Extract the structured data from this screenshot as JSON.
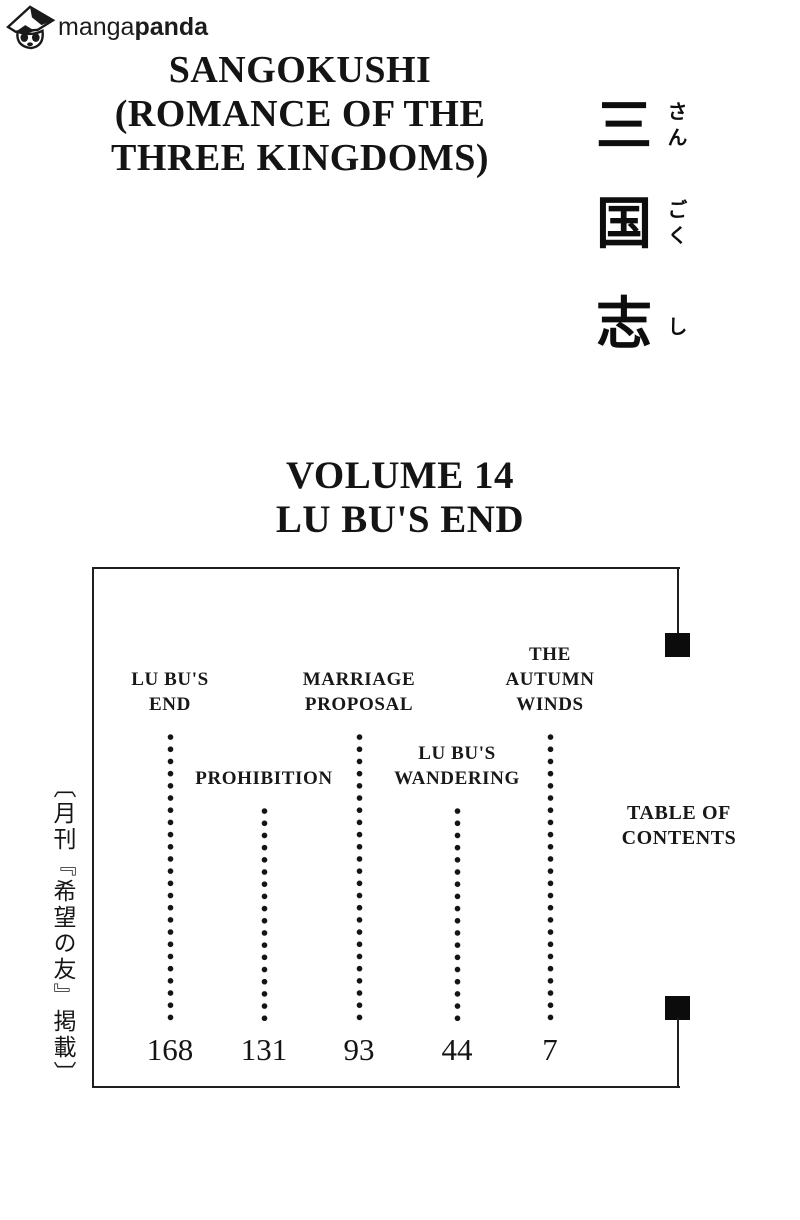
{
  "colors": {
    "ink": "#1a1a1a",
    "background": "#ffffff",
    "square": "#0c0c0c"
  },
  "logo": {
    "icon": "mangapanda-panda-paper-hat-icon",
    "text_regular": "manga",
    "text_bold": "panda"
  },
  "series_title": {
    "line1": "SANGOKUSHI",
    "line2": "(ROMANCE OF THE",
    "line3": "THREE KINGDOMS)"
  },
  "japanese_title": {
    "items": [
      {
        "kanji": "三",
        "furigana": "さん"
      },
      {
        "kanji": "国",
        "furigana": "ごく"
      },
      {
        "kanji": "志",
        "furigana": "し"
      }
    ]
  },
  "volume_heading": {
    "line1": "VOLUME 14",
    "line2": "LU BU'S END"
  },
  "toc": {
    "label_line1": "TABLE OF",
    "label_line2": "CONTENTS",
    "side_note_vertical": "〔月刊『希望の友』掲載〕",
    "entries": [
      {
        "title_lines": [
          "LU BU'S",
          "END"
        ],
        "page": "168"
      },
      {
        "title_lines": [
          "PROHIBITION"
        ],
        "page": "131"
      },
      {
        "title_lines": [
          "MARRIAGE",
          "PROPOSAL"
        ],
        "page": "93"
      },
      {
        "title_lines": [
          "LU BU'S",
          "WANDERING"
        ],
        "page": "44"
      },
      {
        "title_lines": [
          "THE",
          "AUTUMN",
          "WINDS"
        ],
        "page": "7"
      }
    ]
  }
}
